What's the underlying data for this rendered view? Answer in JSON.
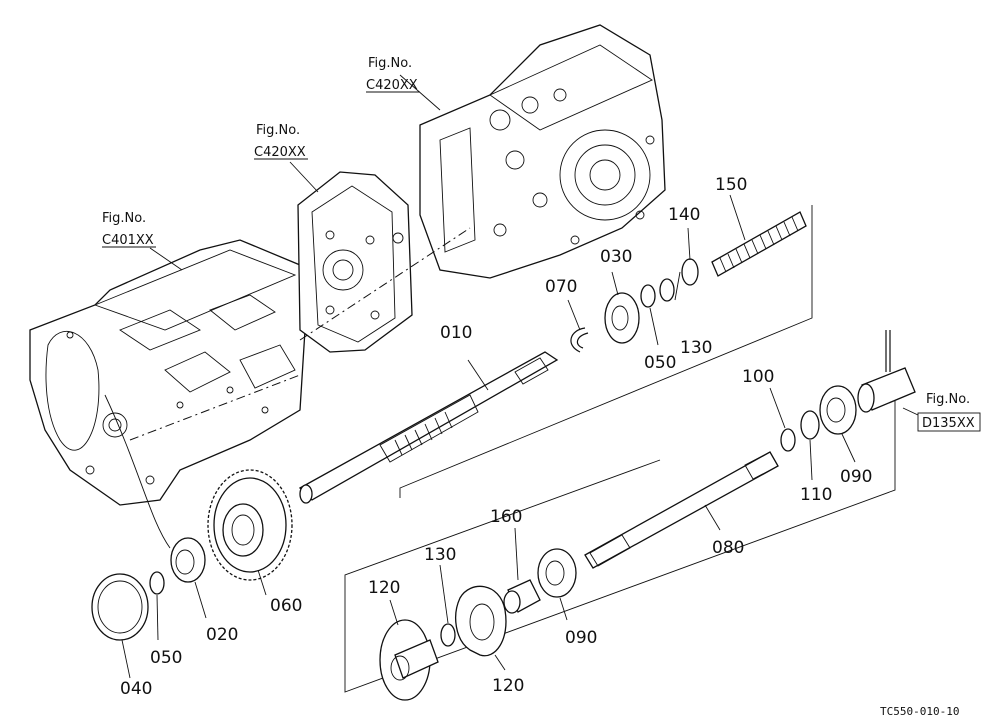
{
  "diagram": {
    "drawing_code": "TC550-010-10",
    "fig_refs": [
      {
        "id": "fig-c420-top",
        "line1": "Fig.No.",
        "line2": "C420XX"
      },
      {
        "id": "fig-c420-mid",
        "line1": "Fig.No.",
        "line2": "C420XX"
      },
      {
        "id": "fig-c401",
        "line1": "Fig.No.",
        "line2": "C401XX"
      },
      {
        "id": "fig-d135",
        "line1": "Fig.No.",
        "line2": "D135XX"
      }
    ],
    "parts": [
      {
        "id": "p010",
        "label": "010"
      },
      {
        "id": "p020",
        "label": "020"
      },
      {
        "id": "p030",
        "label": "030"
      },
      {
        "id": "p040",
        "label": "040"
      },
      {
        "id": "p050a",
        "label": "050"
      },
      {
        "id": "p050b",
        "label": "050"
      },
      {
        "id": "p060",
        "label": "060"
      },
      {
        "id": "p070",
        "label": "070"
      },
      {
        "id": "p080",
        "label": "080"
      },
      {
        "id": "p090a",
        "label": "090"
      },
      {
        "id": "p090b",
        "label": "090"
      },
      {
        "id": "p100",
        "label": "100"
      },
      {
        "id": "p110",
        "label": "110"
      },
      {
        "id": "p120a",
        "label": "120"
      },
      {
        "id": "p120b",
        "label": "120"
      },
      {
        "id": "p130a",
        "label": "130"
      },
      {
        "id": "p130b",
        "label": "130"
      },
      {
        "id": "p140",
        "label": "140"
      },
      {
        "id": "p150",
        "label": "150"
      },
      {
        "id": "p160",
        "label": "160"
      }
    ]
  }
}
